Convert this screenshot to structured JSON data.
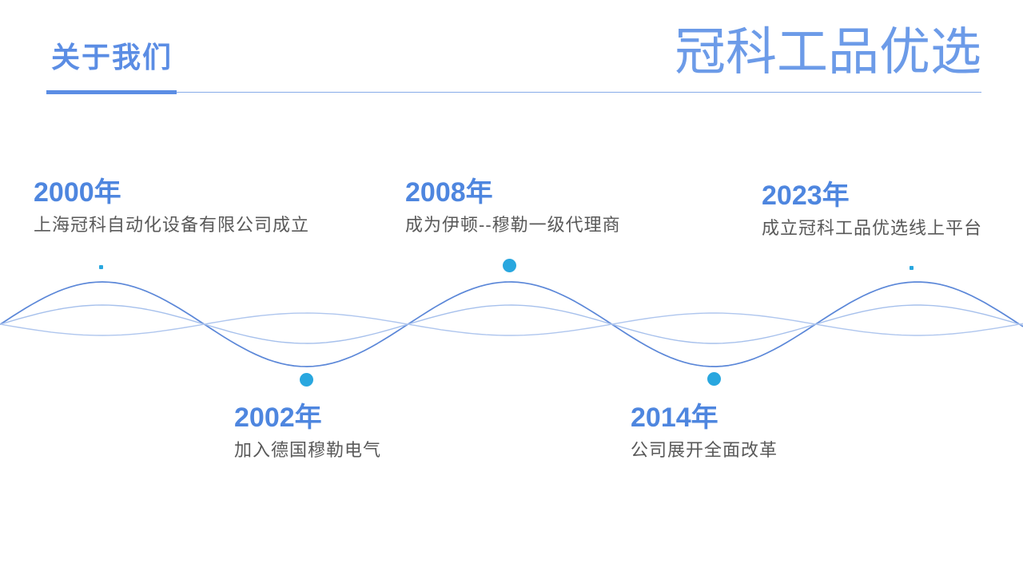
{
  "header": {
    "section_label": "关于我们",
    "brand_title": "冠科工品优选"
  },
  "timeline": [
    {
      "year": "2000年",
      "description": "上海冠科自动化设备有限公司成立",
      "position": "above"
    },
    {
      "year": "2002年",
      "description": "加入德国穆勒电气",
      "position": "below"
    },
    {
      "year": "2008年",
      "description": "成为伊顿--穆勒一级代理商",
      "position": "above"
    },
    {
      "year": "2014年",
      "description": "公司展开全面改革",
      "position": "below"
    },
    {
      "year": "2023年",
      "description": "成立冠科工品优选线上平台",
      "position": "above"
    }
  ],
  "colors": {
    "accent_blue": "#5b8de4",
    "title_blue": "#6c9be8",
    "rule_blue": "#86ace8",
    "year_blue": "#4e86df",
    "text_gray": "#595959",
    "wave_dark": "#5b87d8",
    "wave_light": "#a6c0ec",
    "dot_cyan": "#29a7df"
  }
}
